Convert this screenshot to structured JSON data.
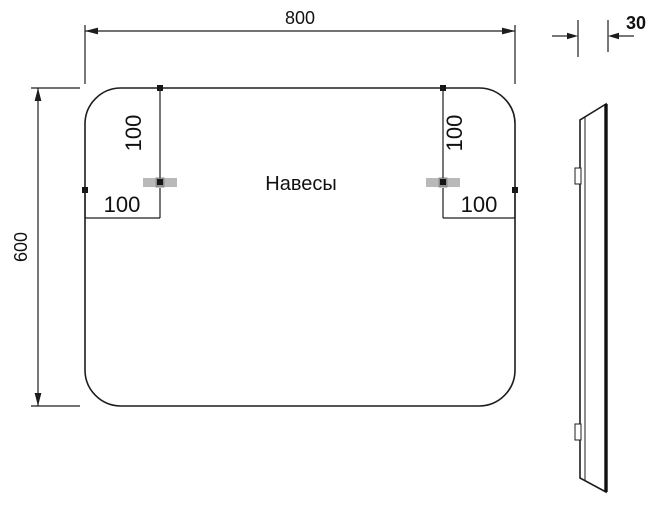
{
  "drawing": {
    "front_view": {
      "width_dim": "800",
      "height_dim": "600",
      "hangers_label": "Навесы",
      "left_hanger": {
        "top_offset": "100",
        "side_offset": "100"
      },
      "right_hanger": {
        "top_offset": "100",
        "side_offset": "100"
      }
    },
    "side_view": {
      "thickness_dim": "30"
    },
    "colors": {
      "line": "#1d1d1d",
      "hanger_fill": "#b9b9b9",
      "hanger_core": "#8d8d8d"
    }
  }
}
